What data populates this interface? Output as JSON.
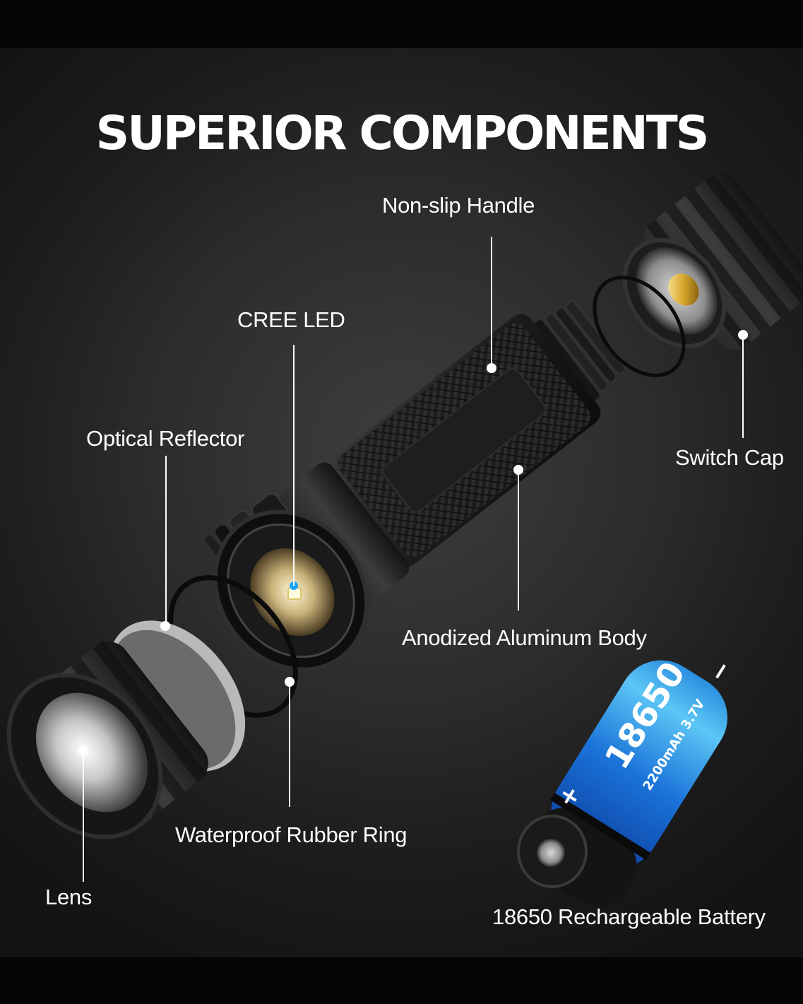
{
  "title": "SUPERIOR COMPONENTS",
  "labels": {
    "non_slip_handle": "Non-slip Handle",
    "cree_led": "CREE LED",
    "optical_reflector": "Optical Reflector",
    "switch_cap": "Switch Cap",
    "anodized_body": "Anodized Aluminum Body",
    "rubber_ring": "Waterproof Rubber Ring",
    "lens": "Lens",
    "battery": "18650 Rechargeable Battery"
  },
  "battery_print": {
    "model": "18650",
    "spec": "2200mAh 3.7V",
    "plus": "+",
    "minus": "−"
  },
  "colors": {
    "battery_blue": "#1a73d9",
    "battery_light": "#5cc6f5",
    "led_dot": "#1aa3ff",
    "metal_dark": "#1a1a1a"
  }
}
